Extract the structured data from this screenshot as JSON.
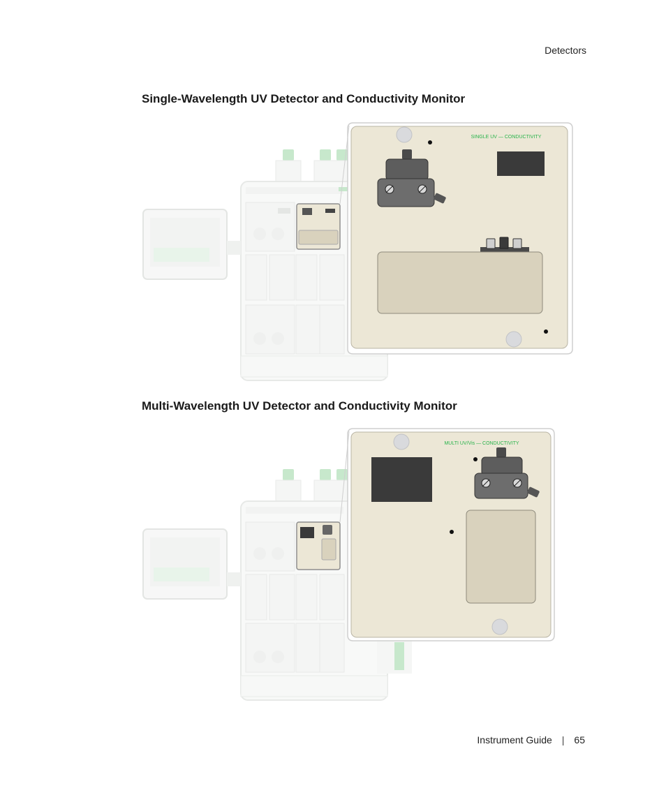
{
  "header": {
    "running_title": "Detectors"
  },
  "sections": [
    {
      "title": "Single-Wavelength UV Detector and Conductivity Monitor",
      "panel_label": "SINGLE UV — CONDUCTIVITY"
    },
    {
      "title": "Multi-Wavelength UV Detector and Conductivity Monitor",
      "panel_label": "MULTI UV/Vis — CONDUCTIVITY"
    }
  ],
  "footer": {
    "guide_name": "Instrument Guide",
    "separator": "|",
    "page_number": "65"
  },
  "colors": {
    "panel_fill": "#ece7d6",
    "label_green": "#27b34a",
    "instrument_ghost": "#dfe2df",
    "module_block": "#3a3a3a"
  }
}
